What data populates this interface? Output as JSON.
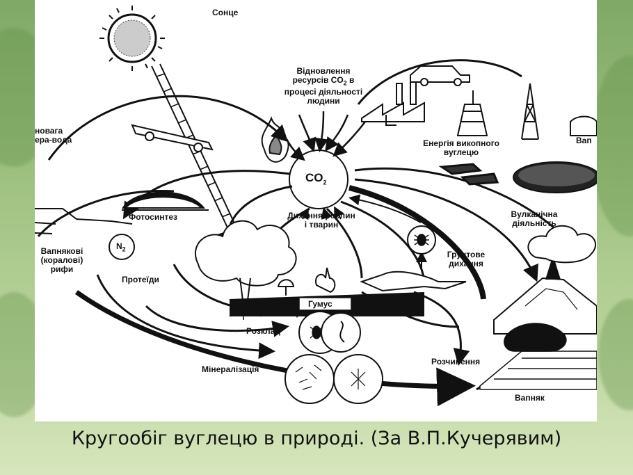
{
  "diagram": {
    "labels": {
      "sun": "Сонце",
      "restore_co2_line1": "Відновлення",
      "restore_co2_line2": "ресурсів CO",
      "restore_co2_sub": "2",
      "restore_co2_line2b": " в",
      "restore_co2_line3": "процесі діяльності",
      "restore_co2_line4": "людини",
      "balance_line1": "новага",
      "balance_line2": "ера-вода",
      "co2_center": "CO",
      "co2_center_sub": "2",
      "fossil_line1": "Енергія викопного",
      "fossil_line2": "вуглецю",
      "limestone_top": "Вап",
      "photosynthesis": "Фотосинтез",
      "respiration_line1": "Дихання рослин",
      "respiration_line2": "і тварин",
      "volcanic_line1": "Вулканічна",
      "volcanic_line2": "діяльність",
      "reefs_line1": "Вапнякові",
      "reefs_line2": "(коралові)",
      "reefs_line3": "рифи",
      "n2": "N",
      "n2_sub": "2",
      "proteins": "Протеїди",
      "soil_line1": "Грунтове",
      "soil_line2": "дихання",
      "humus": "Гумус",
      "decomposition": "Розклад",
      "mineralization": "Мінералізація",
      "dissolution": "Розчинення",
      "limestone": "Вапняк"
    }
  },
  "caption": "Кругообіг вуглецю в природі. (За В.П.Кучерявим)"
}
